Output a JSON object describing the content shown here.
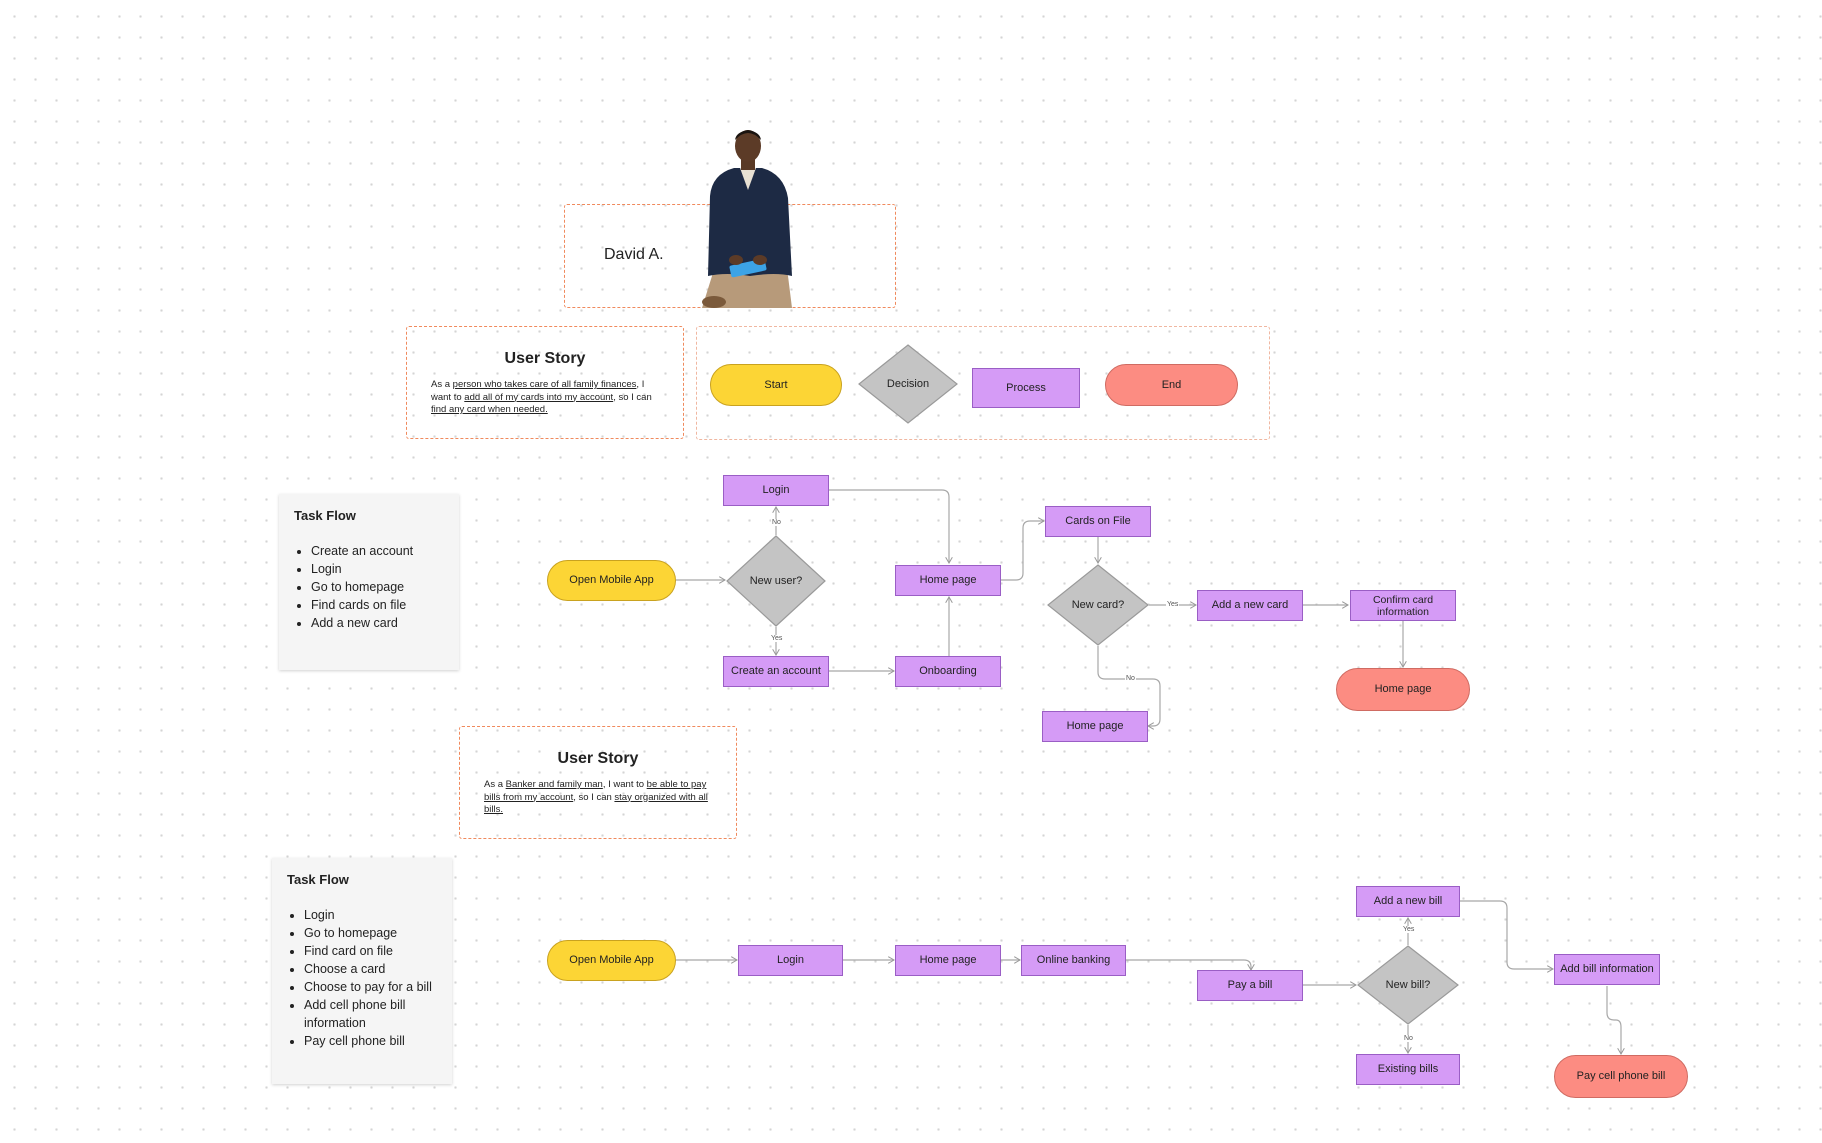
{
  "persona": {
    "name": "David A."
  },
  "user_story_1": {
    "title": "User Story",
    "t1": "As a ",
    "u1": "person who takes care of all family finances",
    "t2": ", I want to ",
    "u2": "add all of my cards into my account",
    "t3": ", so I can ",
    "u3": "find any card when needed."
  },
  "legend": {
    "start": "Start",
    "decision": "Decision",
    "process": "Process",
    "end": "End"
  },
  "task_flow_1": {
    "title": "Task Flow",
    "items": [
      "Create an account",
      "Login",
      "Go to homepage",
      "Find cards on file",
      "Add a new card"
    ]
  },
  "flow1": {
    "open_app": "Open Mobile App",
    "new_user": "New user?",
    "login": "Login",
    "create_account": "Create an account",
    "home_page": "Home page",
    "onboarding": "Onboarding",
    "cards_on_file": "Cards on File",
    "new_card": "New card?",
    "add_new_card": "Add a new card",
    "confirm_card": "Confirm card information",
    "home_page_end": "Home page",
    "home_page_no": "Home page",
    "no": "No",
    "yes": "Yes"
  },
  "user_story_2": {
    "title": "User Story",
    "t1": "As a ",
    "u1": "Banker and family man",
    "t2": ", I want to ",
    "u2": "be able to pay bills from my account",
    "t3": ", so I can ",
    "u3": "stay organized with all bills."
  },
  "task_flow_2": {
    "title": "Task Flow",
    "items": [
      "Login",
      "Go to homepage",
      "Find card on file",
      "Choose a card",
      "Choose to pay for a bill",
      "Add cell phone bill information",
      "Pay cell phone bill"
    ]
  },
  "flow2": {
    "open_app": "Open Mobile App",
    "login": "Login",
    "home_page": "Home page",
    "online_banking": "Online banking",
    "pay_bill": "Pay a bill",
    "new_bill": "New bill?",
    "add_new_bill": "Add a new bill",
    "add_bill_info": "Add bill information",
    "existing_bills": "Existing bills",
    "pay_cell": "Pay cell phone bill",
    "yes": "Yes",
    "no": "No"
  },
  "colors": {
    "start": "#fcd535",
    "process": "#d59bf6",
    "decision": "#c4c4c4",
    "end": "#fc8c82",
    "frame": "#f08a5d"
  }
}
